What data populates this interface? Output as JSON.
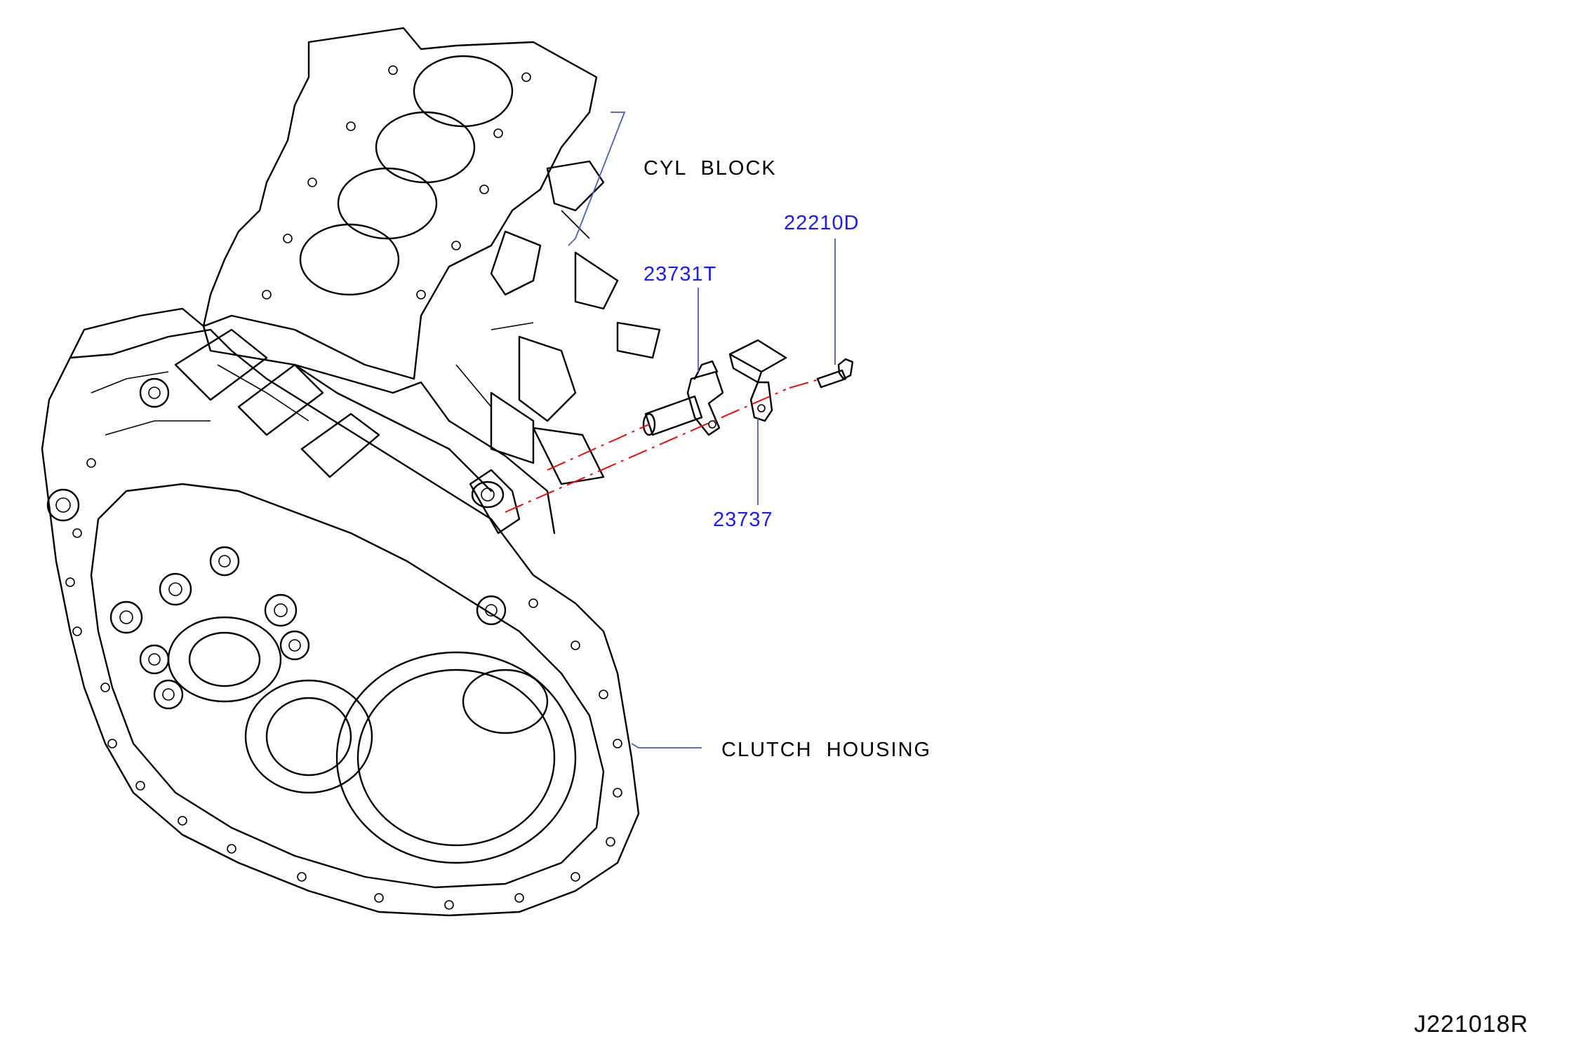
{
  "labels": {
    "cyl_block": "CYL  BLOCK",
    "clutch_housing": "CLUTCH  HOUSING",
    "part_22210D": "22210D",
    "part_23731T": "23731T",
    "part_23737": "23737"
  },
  "diagram_code": "J221018R",
  "colors": {
    "part_number": "#1a1aff",
    "leader": "#4a5fb0",
    "center_line": "#e01010",
    "ink": "#000000"
  }
}
